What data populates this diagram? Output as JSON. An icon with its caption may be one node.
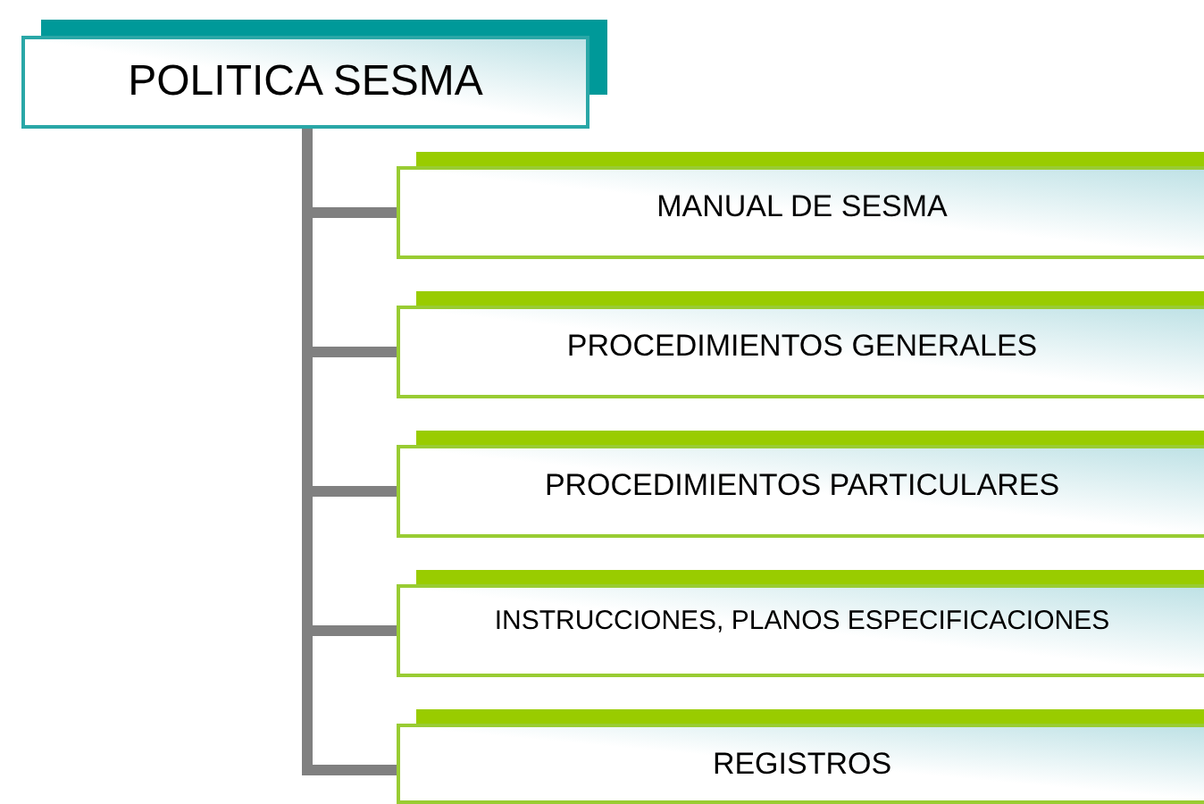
{
  "diagram": {
    "nodes": [
      {
        "text": [
          "POLITICA SESMA"
        ]
      },
      {
        "text": [
          "MANUAL DE SESMA"
        ]
      },
      {
        "text": [
          "PROCEDIMIENTOS GENERALES"
        ]
      },
      {
        "text": [
          "PROCEDIMIENTOS PARTICULARES"
        ]
      },
      {
        "text": [
          "INSTRUCCIONES, PLANOS ESPECIFICACIONES"
        ]
      },
      {
        "text": [
          "REGISTROS"
        ]
      }
    ],
    "edges": [
      {
        "from": 0,
        "to": 1,
        "arrow": "none"
      },
      {
        "from": 0,
        "to": 2,
        "arrow": "none"
      },
      {
        "from": 0,
        "to": 3,
        "arrow": "none"
      },
      {
        "from": 0,
        "to": 4,
        "arrow": "none"
      },
      {
        "from": 0,
        "to": 5,
        "arrow": "none"
      }
    ]
  }
}
